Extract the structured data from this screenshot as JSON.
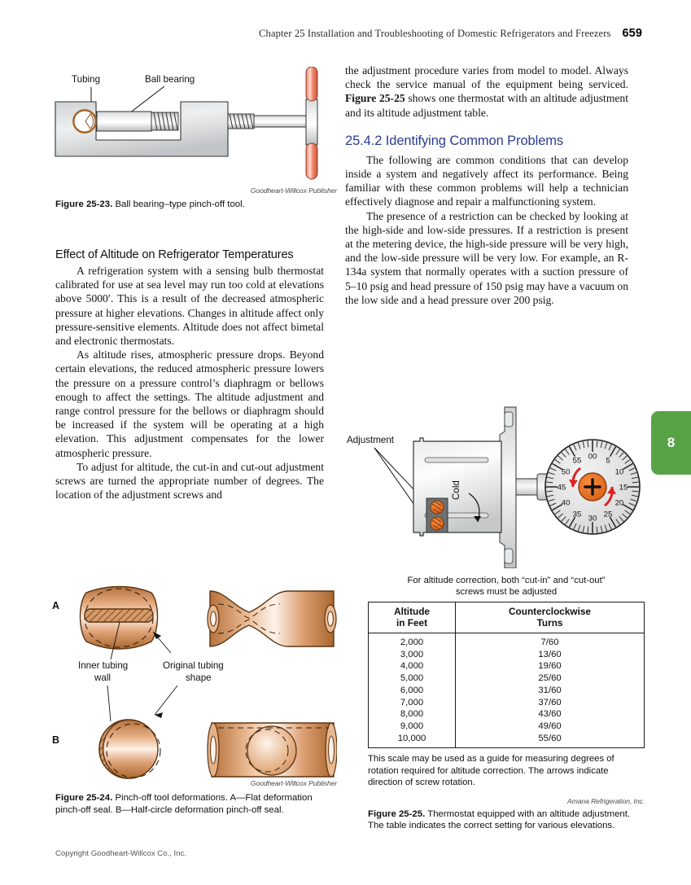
{
  "page": {
    "running_head": "Chapter 25 Installation and Troubleshooting of Domestic Refrigerators and Freezers",
    "folio": "659",
    "thumb_tab": "8",
    "copyright": "Copyright Goodheart-Willcox Co., Inc."
  },
  "figure_25_23": {
    "credit": "Goodheart-Willcox Publisher",
    "caption_label": "Figure 25-23.",
    "caption_text": "Ball bearing–type pinch-off tool.",
    "labels": {
      "tubing": "Tubing",
      "ball_bearing": "Ball bearing"
    }
  },
  "left_column": {
    "subhead": "Effect of Altitude on Refrigerator Temperatures",
    "paragraphs": [
      "A refrigeration system with a sensing bulb thermostat calibrated for use at sea level may run too cold at elevations above 5000′. This is a result of the decreased atmospheric pressure at higher elevations. Changes in altitude affect only pressure-sensitive elements. Altitude does not affect bimetal and electronic thermostats.",
      "As altitude rises, atmospheric pressure drops. Beyond certain elevations, the reduced atmospheric pressure lowers the pressure on a pressure control’s diaphragm or bellows enough to affect the settings. The altitude adjustment and range control pressure for the bellows or diaphragm should be increased if the system will be operating at a high elevation. This adjustment compensates for the lower atmospheric pressure.",
      "To adjust for altitude, the cut-in and cut-out adjustment screws are turned the appropriate number of degrees. The location of the adjustment screws and"
    ]
  },
  "right_column": {
    "continued_paragraph_pre": "the adjustment procedure varies from model to model. Always check the service manual of the equipment being serviced. ",
    "continued_paragraph_bold": "Figure 25-25",
    "continued_paragraph_post": " shows one thermostat with an altitude adjustment and its altitude adjustment table.",
    "section_heading": "25.4.2 Identifying Common Problems",
    "paragraphs": [
      "The following are common conditions that can develop inside a system and negatively affect its performance. Being familiar with these common problems will help a technician effectively diagnose and repair a malfunctioning system.",
      "The presence of a restriction can be checked by looking at the high-side and low-side pressures. If a restriction is present at the metering device, the high-side pressure will be very high, and the low-side pressure will be very low. For example, an R-134a system that normally operates with a suction pressure of 5–10 psig and head pressure of 150 psig may have a vacuum on the low side and a head pressure over 200 psig."
    ]
  },
  "figure_25_24": {
    "credit": "Goodheart-Willcox Publisher",
    "caption_label": "Figure 25-24.",
    "caption_text": "Pinch-off tool deformations. A—Flat deformation pinch-off seal. B—Half-circle deformation pinch-off seal.",
    "labels": {
      "a": "A",
      "b": "B",
      "inner_wall_line1": "Inner tubing",
      "inner_wall_line2": "wall",
      "original_shape_line1": "Original tubing",
      "original_shape_line2": "shape"
    }
  },
  "figure_25_25": {
    "credit": "Amana Refrigeration, Inc.",
    "caption_label": "Figure 25-25.",
    "caption_text": "Thermostat equipped with an altitude adjustment. The table indicates the correct setting for various elevations.",
    "labels": {
      "adjustment": "Adjustment",
      "cold": "Cold"
    },
    "dial_numbers": [
      "00",
      "55",
      "50",
      "45",
      "40",
      "35",
      "30",
      "25",
      "20",
      "15",
      "10",
      "5"
    ],
    "dial_center_icon": "plus-icon",
    "table_title_line1": "For altitude correction, both “cut-in” and “cut-out”",
    "table_title_line2": "screws must be adjusted",
    "table": {
      "headers": [
        {
          "line1": "Altitude",
          "line2": "in Feet"
        },
        {
          "line1": "Counterclockwise",
          "line2": "Turns"
        }
      ],
      "rows": [
        [
          "2,000",
          "7/60"
        ],
        [
          "3,000",
          "13/60"
        ],
        [
          "4,000",
          "19/60"
        ],
        [
          "5,000",
          "25/60"
        ],
        [
          "6,000",
          "31/60"
        ],
        [
          "7,000",
          "37/60"
        ],
        [
          "8,000",
          "43/60"
        ],
        [
          "9,000",
          "49/60"
        ],
        [
          "10,000",
          "55/60"
        ]
      ]
    },
    "table_note": "This scale may be used as a guide for measuring degrees of rotation required for altitude correction. The arrows indicate direction of screw rotation."
  },
  "colors": {
    "heading_blue": "#2a3d91",
    "tab_green": "#57a345",
    "dial_orange": "#e8711a",
    "arrow_red": "#e02020",
    "copper": "#c98a5b"
  }
}
